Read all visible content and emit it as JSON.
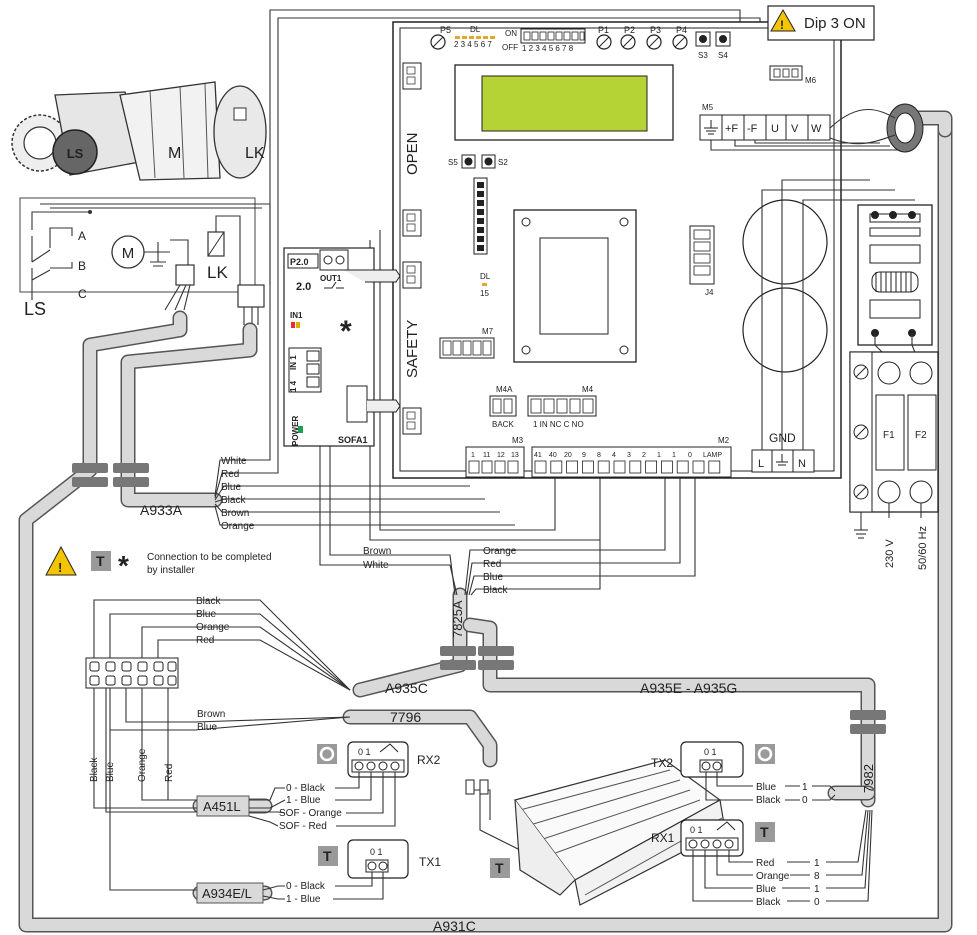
{
  "labels": {
    "dip_note": "Dip 3 ON",
    "install_note_line1": "Connection to be completed",
    "install_note_line2": "by installer",
    "motor_M": "M",
    "motor_LK": "LK",
    "motor_LS": "LS",
    "ls_A": "A",
    "ls_B": "B",
    "ls_C": "C",
    "ls_block": "LS",
    "lk_block": "LK",
    "m_small": "M",
    "p2": "P2.0",
    "p2_val": "2.0",
    "out1": "OUT1",
    "in1": "IN1",
    "power": "POWER",
    "sofa1": "SOFA1",
    "open": "OPEN",
    "safety": "SAFETY",
    "p5": "P5",
    "dl": "DL",
    "dl_nums": "2 3 4 5 6 7",
    "on": "ON",
    "off": "OFF",
    "dip_nums": "1 2 3 4 5 6 7 8",
    "p1": "P1",
    "p2b": "P2",
    "p3": "P3",
    "p4": "P4",
    "s3": "S3",
    "s4": "S4",
    "s5": "S5",
    "s2": "S2",
    "m6": "M6",
    "m5": "M5",
    "m5_terms": [
      "+F",
      "-F",
      "U",
      "V",
      "W"
    ],
    "dl15_a": "DL",
    "dl15_b": "15",
    "j4": "J4",
    "m7": "M7",
    "m4a": "M4A",
    "back": "BACK",
    "m4": "M4",
    "m4_terms": "1  IN  NC  C  NO",
    "m3": "M3",
    "m2": "M2",
    "m3_terms": [
      "1",
      "11",
      "12",
      "13"
    ],
    "m2_terms": [
      "41",
      "40",
      "20",
      "9",
      "8",
      "4",
      "3",
      "2",
      "1",
      "1",
      "0",
      "LAMP"
    ],
    "gnd": "GND",
    "l": "L",
    "n": "N",
    "f1": "F1",
    "f2": "F2",
    "v230": "230 V",
    "hz": "50/60 Hz"
  },
  "wires_left": [
    "White",
    "Red",
    "Blue",
    "Black",
    "Brown",
    "Orange"
  ],
  "wires_mid_left": [
    "Brown",
    "White"
  ],
  "wires_mid_right": [
    "Orange",
    "Red",
    "Blue",
    "Black"
  ],
  "cables": {
    "a933a": "A933A",
    "c7825a": "7825A",
    "a935c": "A935C",
    "a935e": "A935E - A935G",
    "c7796": "7796",
    "c7982": "7982",
    "a931c": "A931C",
    "a451l": "A451L",
    "a934e": "A934E/L"
  },
  "a935c_wires": [
    "Black",
    "Blue",
    "Orange",
    "Red"
  ],
  "c7796_wires": [
    "Brown",
    "Blue"
  ],
  "vertical_wires": [
    "Black",
    "Blue",
    "Orange",
    "Red"
  ],
  "rx2": {
    "name": "RX2",
    "terms": "0  1",
    "rows": [
      "0 - Black",
      "1 - Blue",
      "SOF - Orange",
      "SOF - Red"
    ]
  },
  "tx1": {
    "name": "TX1",
    "terms": "0 1",
    "rows": [
      "0 - Black",
      "1 - Blue"
    ]
  },
  "tx2": {
    "name": "TX2",
    "terms": "0 1",
    "rows": [
      "Blue",
      "Black"
    ],
    "nums": [
      "1",
      "0"
    ]
  },
  "rx1": {
    "name": "RX1",
    "terms": "0  1",
    "rows": [
      "Red",
      "Orange",
      "Blue",
      "Black"
    ],
    "nums": [
      "1",
      "8",
      "1",
      "0"
    ]
  },
  "badge_T": "T",
  "asterisk": "*",
  "colors": {
    "lcd": "#b5d334",
    "warning": "#f5c400",
    "badge": "#9a9a9a",
    "cable": "#d9d9d9"
  }
}
